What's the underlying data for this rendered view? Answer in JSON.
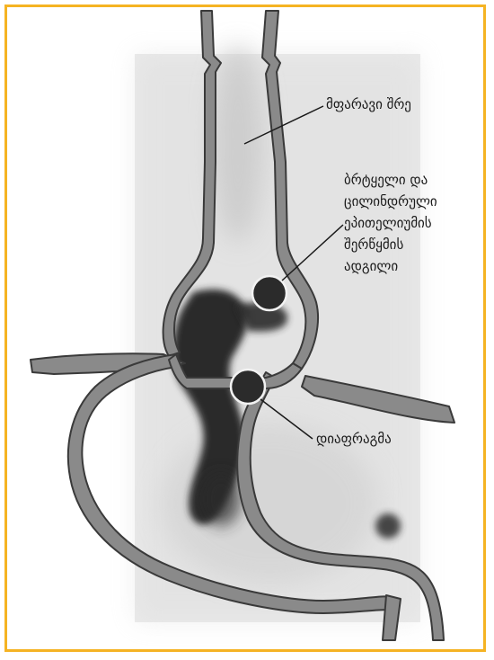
{
  "labels": {
    "mucus_layer": "მფარავი შრე",
    "junction_lines": [
      "ბრტყელი და",
      "ცილინდრული",
      "ეპითელიუმის",
      "შერწყმის",
      "ადგილი"
    ],
    "diaphragm": "დიაფრაგმა"
  },
  "colors": {
    "frame_border": "#f5b323",
    "outline_fill": "#8a8a8a",
    "outline_stroke": "#3a3a3a",
    "xray_background": "#e9e9e9",
    "marker_circle": "#f2f2f2"
  }
}
